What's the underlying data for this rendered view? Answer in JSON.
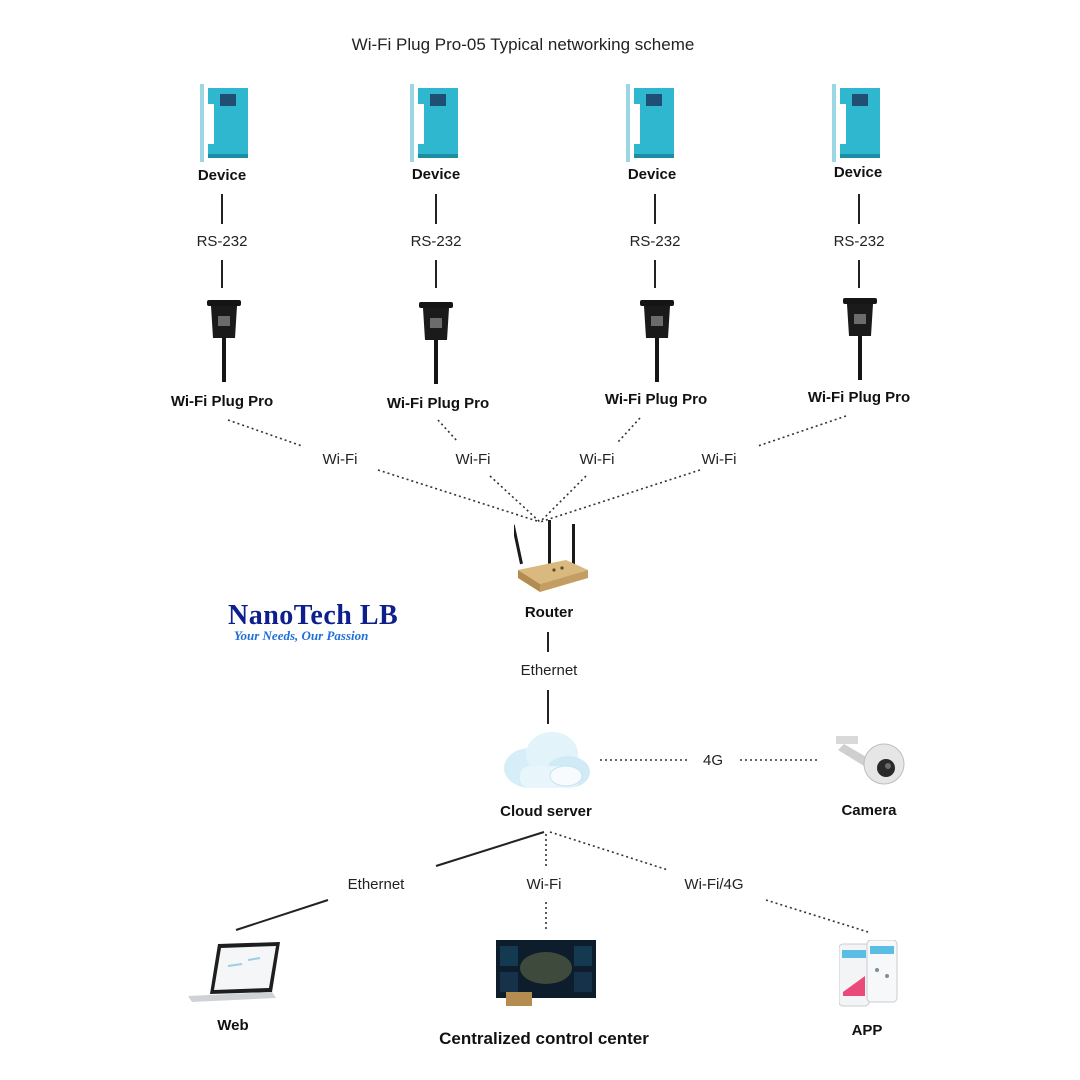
{
  "title": "Wi-Fi Plug Pro-05 Typical networking scheme",
  "devices": [
    {
      "label": "Device",
      "link": "RS-232",
      "plug": "Wi-Fi Plug Pro",
      "wireless": "Wi-Fi"
    },
    {
      "label": "Device",
      "link": "RS-232",
      "plug": "Wi-Fi Plug Pro",
      "wireless": "Wi-Fi"
    },
    {
      "label": "Device",
      "link": "RS-232",
      "plug": "Wi-Fi Plug Pro",
      "wireless": "Wi-Fi"
    },
    {
      "label": "Device",
      "link": "RS-232",
      "plug": "Wi-Fi Plug Pro",
      "wireless": "Wi-Fi"
    }
  ],
  "router": {
    "label": "Router",
    "uplink": "Ethernet"
  },
  "cloud": {
    "label": "Cloud server"
  },
  "camera": {
    "label": "Camera",
    "link": "4G"
  },
  "clients": [
    {
      "label": "Web",
      "link": "Ethernet"
    },
    {
      "label": "Centralized control center",
      "link": "Wi-Fi"
    },
    {
      "label": "APP",
      "link": "Wi-Fi/4G"
    }
  ],
  "brand": {
    "name": "NanoTech LB",
    "tagline": "Your Needs, Our Passion"
  },
  "colors": {
    "device": "#2fb7cf",
    "plug": "#151515",
    "router": "#c9a46b",
    "cloud": "#d6eef7",
    "brand_name": "#0d1f8c",
    "brand_tag": "#1f6fd6"
  }
}
